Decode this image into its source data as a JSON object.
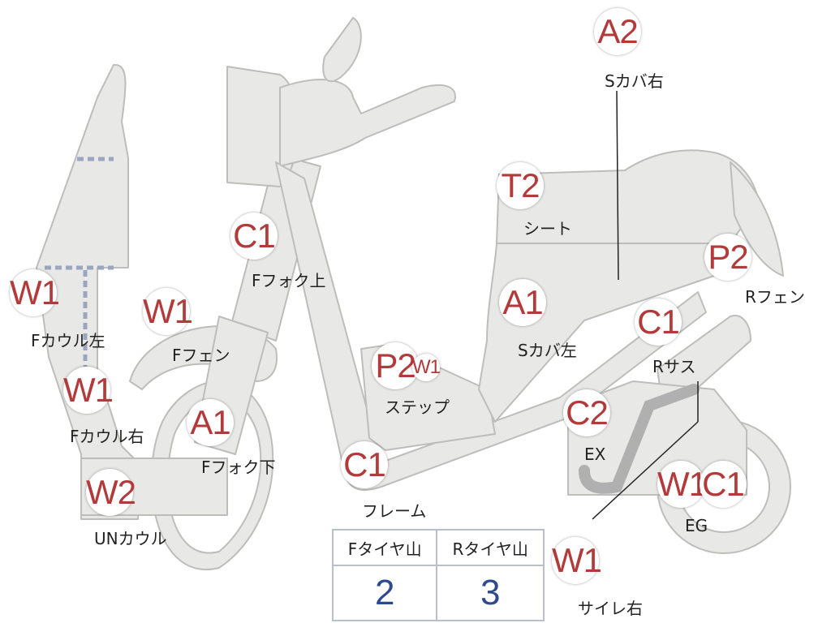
{
  "colors": {
    "part_fill": "#e8e8e6",
    "part_stroke": "#bdbdbb",
    "accent_red": "#b33a3a",
    "value_blue": "#2e4a8c"
  },
  "codes": {
    "a2": "A2",
    "t2": "T2",
    "c1_fork_upper": "C1",
    "w1_cowl_left": "W1",
    "w1_fender": "W1",
    "w1_cowl_right": "W1",
    "a1_fork_lower": "A1",
    "w2_under_cowl": "W2",
    "p2_step": "P2",
    "w1_step_small": "W1",
    "c1_frame": "C1",
    "a1_cover_left": "A1",
    "p2_rear_fender": "P2",
    "c1_rear_sus": "C1",
    "c2_exhaust": "C2",
    "w1_engine": "W1",
    "c1_engine": "C1",
    "w1_silencer": "W1"
  },
  "labels": {
    "a2": "Sカバ右",
    "t2": "シート",
    "c1_fork_upper": "Fフォク上",
    "w1_cowl_left": "Fカウル左",
    "w1_fender": "Fフェン",
    "w1_cowl_right": "Fカウル右",
    "a1_fork_lower": "Fフォク下",
    "w2_under_cowl": "UNカウル",
    "p2_step": "ステップ",
    "c1_frame": "フレーム",
    "a1_cover_left": "Sカバ左",
    "p2_rear_fender": "Rフェン",
    "c1_rear_sus": "Rサス",
    "c2_exhaust": "EX",
    "engine": "EG",
    "w1_silencer": "サイレ右"
  },
  "tire_table": {
    "headers": [
      "Fタイヤ山",
      "Rタイヤ山"
    ],
    "values": [
      "2",
      "3"
    ]
  }
}
